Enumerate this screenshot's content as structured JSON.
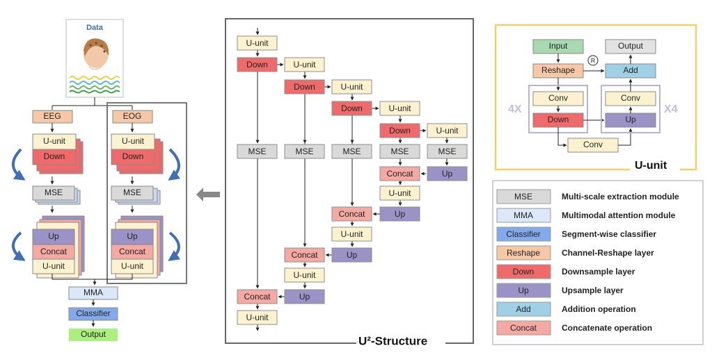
{
  "colors": {
    "unit": "#fdf2cf",
    "unit_stroke": "#8e8e8e",
    "down": "#ef6b6b",
    "up": "#9b92c6",
    "mse": "#d9d9d9",
    "concat": "#f4a9a3",
    "mma": "#dbe8f7",
    "classifier": "#84aaeb",
    "output_green": "#a9f07c",
    "input_green": "#a9d9b0",
    "reshape": "#f6c8a6",
    "add": "#9fd0e6",
    "output_gray": "#e3e3e3",
    "frame_gold": "#f4d06b",
    "arrow_blue": "#3f6fb4"
  },
  "left": {
    "data_label": "Data",
    "eeg_label": "EEG",
    "eog_label": "EOG",
    "uunit_label": "U-unit",
    "down_label": "Down",
    "mse_label": "MSE",
    "up_label": "Up",
    "concat_label": "Concat",
    "mma_label": "MMA",
    "classifier_label": "Classifier",
    "output_label": "Output"
  },
  "middle": {
    "title": "U²-Structure",
    "uunit": "U-unit",
    "down": "Down",
    "mse": "MSE",
    "concat": "Concat",
    "up": "Up"
  },
  "uunit_panel": {
    "title": "U-unit",
    "input": "Input",
    "output": "Output",
    "reshape": "Reshape",
    "add": "Add",
    "conv": "Conv",
    "down": "Down",
    "up": "Up",
    "r_symbol": "R",
    "four_x": "4X",
    "x_four": "X4"
  },
  "legend": [
    {
      "key": "MSE",
      "desc": "Multi-scale extraction module",
      "color": "#d9d9d9"
    },
    {
      "key": "MMA",
      "desc": "Multimodal attention module",
      "color": "#dbe8f7"
    },
    {
      "key": "Classifier",
      "desc": "Segment-wise classifier",
      "color": "#84aaeb"
    },
    {
      "key": "Reshape",
      "desc": "Channel-Reshape layer",
      "color": "#f6c8a6"
    },
    {
      "key": "Down",
      "desc": "Downsample layer",
      "color": "#ef6b6b"
    },
    {
      "key": "Up",
      "desc": "Upsample layer",
      "color": "#9b92c6"
    },
    {
      "key": "Add",
      "desc": "Addition operation",
      "color": "#9fd0e6"
    },
    {
      "key": "Concat",
      "desc": "Concatenate operation",
      "color": "#f4a9a3"
    }
  ]
}
